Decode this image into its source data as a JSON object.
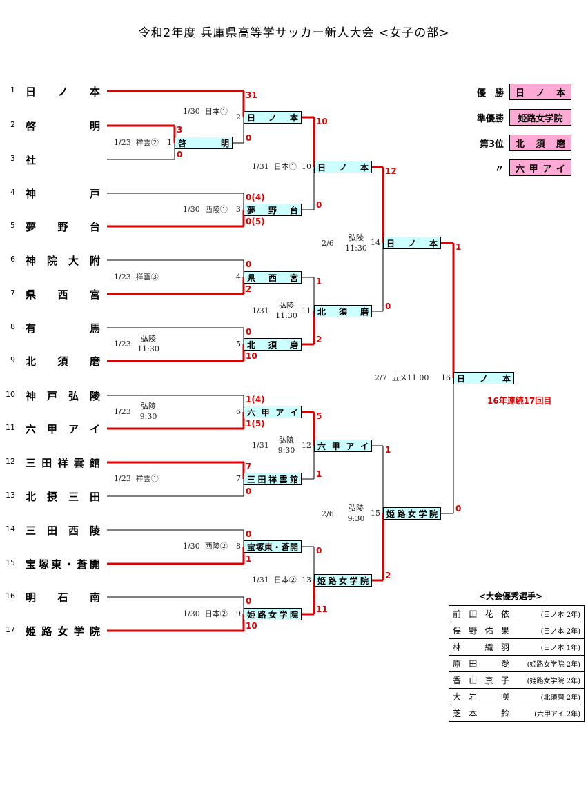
{
  "title": "令和2年度 兵庫県高等学サッカー新人大会 <女子の部>",
  "colors": {
    "win_line": "#e00000",
    "lose_line": "#000000",
    "winner_box": "#ccffff",
    "placing_box": "#ffaad4",
    "score": "#e00000"
  },
  "teams": [
    {
      "num": "1",
      "name": "日ノ本"
    },
    {
      "num": "2",
      "name": "啓明"
    },
    {
      "num": "3",
      "name": "社"
    },
    {
      "num": "4",
      "name": "神戸"
    },
    {
      "num": "5",
      "name": "夢野台"
    },
    {
      "num": "6",
      "name": "神院大附"
    },
    {
      "num": "7",
      "name": "県西宮"
    },
    {
      "num": "8",
      "name": "有馬"
    },
    {
      "num": "9",
      "name": "北須磨"
    },
    {
      "num": "10",
      "name": "神戸弘陵"
    },
    {
      "num": "11",
      "name": "六甲アイ"
    },
    {
      "num": "12",
      "name": "三田祥雲館"
    },
    {
      "num": "13",
      "name": "北摂三田"
    },
    {
      "num": "14",
      "name": "三田西陵"
    },
    {
      "num": "15",
      "name": "宝塚東・蒼開"
    },
    {
      "num": "16",
      "name": "明石南"
    },
    {
      "num": "17",
      "name": "姫路女学院"
    }
  ],
  "matches": [
    {
      "no": "1",
      "date": "1/23",
      "venue": "祥雲②",
      "winner": "啓明",
      "top_score": "3",
      "bottom_score": "0"
    },
    {
      "no": "2",
      "date": "1/30",
      "venue": "日本①",
      "winner": "日ノ本",
      "top_score": "31",
      "bottom_score": "0"
    },
    {
      "no": "3",
      "date": "1/30",
      "venue": "西陵①",
      "winner": "夢野台",
      "top_score": "0(4)",
      "bottom_score": "0(5)"
    },
    {
      "no": "4",
      "date": "1/23",
      "venue": "祥雲③",
      "winner": "県西宮",
      "top_score": "0",
      "bottom_score": "2"
    },
    {
      "no": "5",
      "date": "1/23",
      "venue": "弘陵",
      "time": "11:30",
      "winner": "北須磨",
      "top_score": "0",
      "bottom_score": "10"
    },
    {
      "no": "6",
      "date": "1/23",
      "venue": "弘陵",
      "time": "9:30",
      "winner": "六甲アイ",
      "top_score": "1(4)",
      "bottom_score": "1(5)"
    },
    {
      "no": "7",
      "date": "1/23",
      "venue": "祥雲①",
      "winner": "三田祥雲館",
      "top_score": "7",
      "bottom_score": "0"
    },
    {
      "no": "8",
      "date": "1/30",
      "venue": "西陵②",
      "winner": "宝塚東・蒼開",
      "top_score": "0",
      "bottom_score": "1"
    },
    {
      "no": "9",
      "date": "1/30",
      "venue": "日本②",
      "winner": "姫路女学院",
      "top_score": "0",
      "bottom_score": "10"
    },
    {
      "no": "10",
      "date": "1/31",
      "venue": "日本①",
      "winner": "日ノ本",
      "top_score": "10",
      "bottom_score": "0"
    },
    {
      "no": "11",
      "date": "1/31",
      "venue": "弘陵",
      "time": "11:30",
      "winner": "北須磨",
      "top_score": "1",
      "bottom_score": "2"
    },
    {
      "no": "12",
      "date": "1/31",
      "venue": "弘陵",
      "time": "9:30",
      "winner": "六甲アイ",
      "top_score": "5",
      "bottom_score": "1"
    },
    {
      "no": "13",
      "date": "1/31",
      "venue": "日本②",
      "winner": "姫路女学院",
      "top_score": "0",
      "bottom_score": "11"
    },
    {
      "no": "14",
      "date": "2/6",
      "venue": "弘陵",
      "time": "11:30",
      "winner": "日ノ本",
      "top_score": "12",
      "bottom_score": "0"
    },
    {
      "no": "15",
      "date": "2/6",
      "venue": "弘陵",
      "time": "9:30",
      "winner": "姫路女学院",
      "top_score": "1",
      "bottom_score": "2"
    },
    {
      "no": "16",
      "date": "2/7",
      "venue": "五メ11:00",
      "winner": "日ノ本",
      "top_score": "1",
      "bottom_score": "0"
    }
  ],
  "final_note": "16年連続17回目",
  "placings": [
    {
      "title": "優　勝",
      "team": "日ノ本"
    },
    {
      "title": "準優勝",
      "team": "姫路女学院"
    },
    {
      "title": "第3位",
      "team": "北須磨"
    },
    {
      "title": "〃",
      "team": "六甲アイ"
    }
  ],
  "mvp_title": "<大会優秀選手>",
  "mvp": [
    {
      "name": "前田花依",
      "school": "(日ノ本 2年)"
    },
    {
      "name": "俣野佑果",
      "school": "(日ノ本 2年)"
    },
    {
      "name": "林　織羽",
      "school": "(日ノ本 1年)"
    },
    {
      "name": "原田　愛",
      "school": "(姫路女学院 2年)"
    },
    {
      "name": "香山京子",
      "school": "(姫路女学院 2年)"
    },
    {
      "name": "大岩　咲",
      "school": "(北須磨 2年)"
    },
    {
      "name": "芝本　鈴",
      "school": "(六甲アイ 2年)"
    }
  ]
}
